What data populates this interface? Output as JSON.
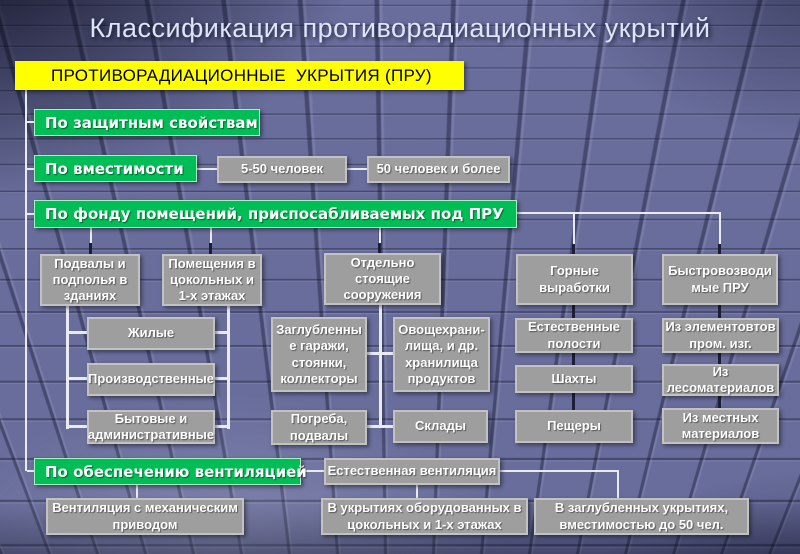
{
  "slide": {
    "title": "Классификация противорадиационных укрытий"
  },
  "root": {
    "label": "ПРОТИВОРАДИАЦИОННЫЕ  УКРЫТИЯ (ПРУ)"
  },
  "colors": {
    "category_green": "#00be55",
    "root_yellow": "#ffff00",
    "node_gray": "#9e9e9e",
    "line_light": "#e9eaf2",
    "line_dark": "#1d1f38",
    "background": "#696d9b"
  },
  "categories": {
    "protective": {
      "label": "По защитным свойствам"
    },
    "capacity": {
      "label": "По вместимости",
      "options": [
        {
          "label": "5-50 человек"
        },
        {
          "label": "50 человек и более"
        }
      ]
    },
    "premises": {
      "label": "По фонду помещений, приспосабливаемых под ПРУ",
      "groups": {
        "basements": {
          "label": "Подвалы и\nподполья в\nзданиях",
          "types": [
            {
              "label": "Жилые"
            },
            {
              "label": "Производственные"
            },
            {
              "label": "Бытовые и\nадминистративные"
            }
          ]
        },
        "ground_floors": {
          "label": "Помещения в\nцокольных и\n1-х этажах"
        },
        "detached": {
          "label": "Отдельно\nстоящие\nсооружения",
          "types": [
            {
              "label": "Заглубленны\nе гаражи,\nстоянки,\nколлекторы"
            },
            {
              "label": "Овощехрани-\nлища, и др.\nхранилища\nпродуктов"
            },
            {
              "label": "Погреба,\nподвалы"
            },
            {
              "label": "Склады"
            }
          ]
        },
        "mining": {
          "label": "Горные\nвыработки",
          "types": [
            {
              "label": "Естественные\nполости"
            },
            {
              "label": "Шахты"
            },
            {
              "label": "Пещеры"
            }
          ]
        },
        "prefab": {
          "label": "Быстровозводи\nмые ПРУ",
          "types": [
            {
              "label": "Из элементовтов\nпром. изг."
            },
            {
              "label": "Из\nлесоматериалов"
            },
            {
              "label": "Из местных\nматериалов"
            }
          ]
        }
      }
    },
    "ventilation": {
      "label": "По обеспечению вентиляцией",
      "natural": {
        "label": "Естественная вентиляция"
      },
      "types": [
        {
          "label": "Вентиляция с механическим\nприводом"
        },
        {
          "label": "В укрытиях оборудованных в\nцокольных и 1-х этажах"
        },
        {
          "label": "В заглубленных укрытиях,\nвместимостью до 50 чел."
        }
      ]
    }
  }
}
